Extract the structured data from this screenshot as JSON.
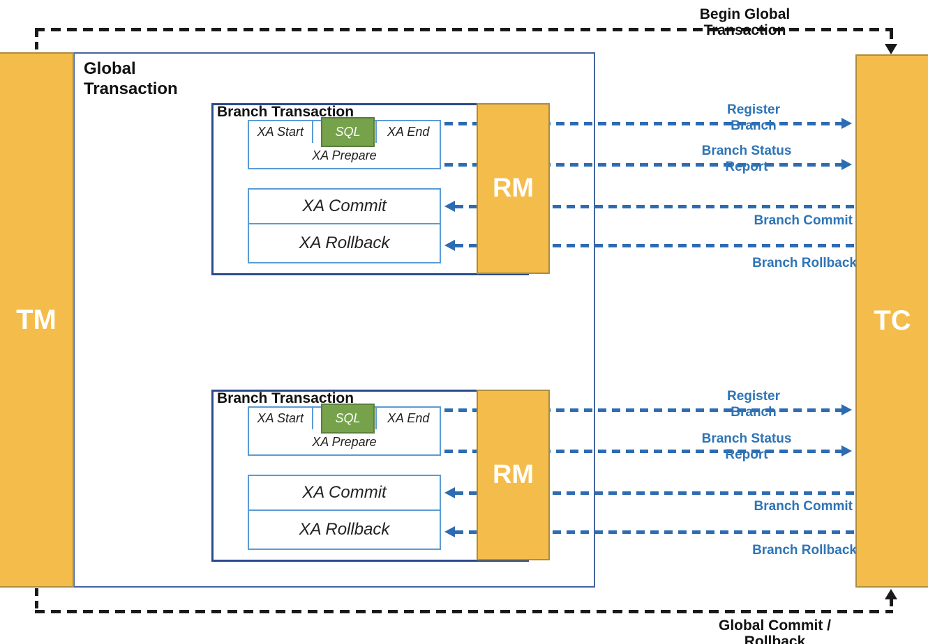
{
  "diagram": {
    "tm_label": "TM",
    "tc_label": "TC",
    "global_title": "Global Transaction",
    "begin_label": "Begin Global Transaction",
    "global_commit_label": "Global Commit / Rollback"
  },
  "branches": [
    {
      "title": "Branch Transaction",
      "xa_start": "XA Start",
      "sql": "SQL",
      "xa_end": "XA End",
      "xa_prepare": "XA Prepare",
      "xa_commit": "XA Commit",
      "xa_rollback": "XA Rollback",
      "rm_label": "RM",
      "register_label": "Register Branch",
      "status_label": "Branch Status Report",
      "commit_label": "Branch Commit",
      "rollback_label": "Branch Rollback"
    },
    {
      "title": "Branch Transaction",
      "xa_start": "XA Start",
      "sql": "SQL",
      "xa_end": "XA End",
      "xa_prepare": "XA Prepare",
      "xa_commit": "XA Commit",
      "xa_rollback": "XA Rollback",
      "rm_label": "RM",
      "register_label": "Register Branch",
      "status_label": "Branch Status Report",
      "commit_label": "Branch Commit",
      "rollback_label": "Branch Rollback"
    }
  ],
  "colors": {
    "pillar_orange": "#F4BC4A",
    "pillar_border": "#AE8C3C",
    "sql_green": "#76A24C",
    "sql_green_border": "#5B7F3C",
    "xa_box_border": "#5B9BD5",
    "branch_box_border": "#2B4A8B",
    "global_box_border": "#44639C",
    "arrow_blue": "#2D6BB2",
    "label_blue": "#2E74B6",
    "arrow_black": "#1A1A1A"
  }
}
